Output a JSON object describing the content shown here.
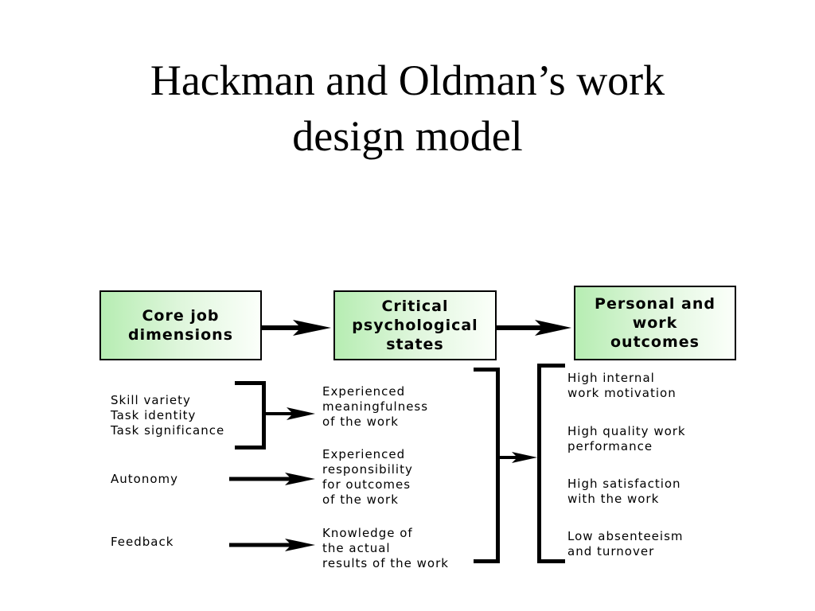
{
  "title": {
    "line1": "Hackman and Oldman’s work",
    "line2": "design model"
  },
  "boxes": {
    "core": [
      "Core job",
      "dimensions"
    ],
    "critical": [
      "Critical",
      "psychological",
      "states"
    ],
    "outcomes": [
      "Personal and",
      "work",
      "outcomes"
    ]
  },
  "core_dimensions": {
    "group1": [
      "Skill variety",
      "Task identity",
      "Task significance"
    ],
    "autonomy": "Autonomy",
    "feedback": "Feedback"
  },
  "states": {
    "meaningfulness": [
      "Experienced",
      "meaningfulness",
      "of the work"
    ],
    "responsibility": [
      "Experienced",
      "responsibility",
      "for outcomes",
      "of the work"
    ],
    "knowledge": [
      "Knowledge of",
      "the actual",
      "results of the work"
    ]
  },
  "outcomes": {
    "motivation": [
      "High internal",
      "work motivation"
    ],
    "performance": [
      "High quality work",
      "performance"
    ],
    "satisfaction": [
      "High satisfaction",
      "with the work"
    ],
    "turnover": [
      "Low absenteeism",
      "and turnover"
    ]
  },
  "colors": {
    "box_fill_left": "#b6edb2",
    "box_fill_right": "#fbfffa",
    "ink": "#000000"
  }
}
